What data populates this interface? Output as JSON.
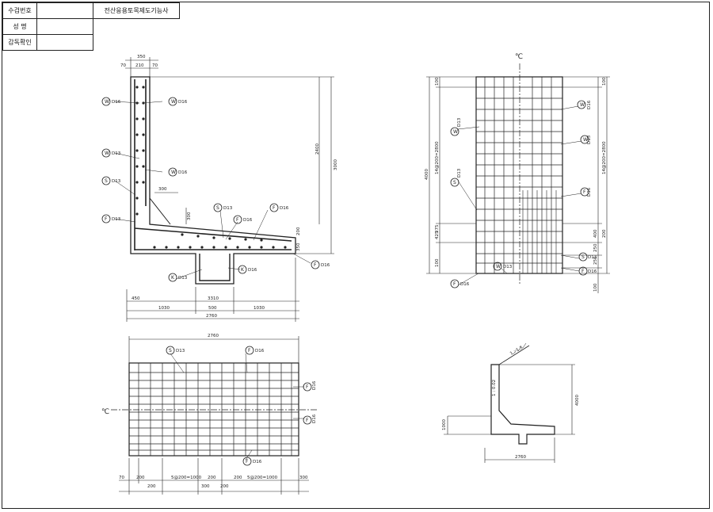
{
  "title_block": {
    "exam_no_label": "수검번호",
    "name_label": "성      명",
    "supervisor_label": "감독확인",
    "subject": "전산응용토목제도기능사"
  },
  "center_mark": "℃",
  "section": {
    "top_dims": [
      "350",
      "70",
      "210",
      "70"
    ],
    "right_dims": [
      "2400",
      "3000",
      "200",
      "350"
    ],
    "inner_dims": [
      "300",
      "300"
    ],
    "bottom_dims": [
      "450",
      "3310",
      "1030",
      "500",
      "1030",
      "2760"
    ],
    "bars": [
      {
        "mark": "W",
        "dia": "D16"
      },
      {
        "mark": "W",
        "dia": "D16"
      },
      {
        "mark": "W",
        "dia": "D13"
      },
      {
        "mark": "W",
        "dia": "D16"
      },
      {
        "mark": "S",
        "dia": "D13"
      },
      {
        "mark": "F",
        "dia": "D13"
      },
      {
        "mark": "S",
        "dia": "D13"
      },
      {
        "mark": "F",
        "dia": "D16"
      },
      {
        "mark": "F",
        "dia": "D16"
      },
      {
        "mark": "F",
        "dia": "D16"
      },
      {
        "mark": "K",
        "dia": "D13"
      },
      {
        "mark": "K",
        "dia": "D16"
      }
    ]
  },
  "elevation": {
    "left_dims": [
      "100",
      "14@200=2800",
      "425",
      "375",
      "100"
    ],
    "overall": "4000",
    "right_dims": [
      "100",
      "14@200=2800",
      "400",
      "250",
      "250",
      "200",
      "100"
    ],
    "bars": [
      {
        "mark": "W",
        "dia": "D13"
      },
      {
        "mark": "S",
        "dia": "D13"
      },
      {
        "mark": "F",
        "dia": "D16"
      },
      {
        "mark": "W",
        "dia": "D13"
      },
      {
        "mark": "W",
        "dia": "D16"
      },
      {
        "mark": "W",
        "dia": "D13"
      },
      {
        "mark": "F",
        "dia": "D16"
      },
      {
        "mark": "S",
        "dia": "D13"
      },
      {
        "mark": "F",
        "dia": "D16"
      }
    ]
  },
  "plan": {
    "top_dim": "2760",
    "bottom_dims": [
      "70",
      "200",
      "5@200=1000",
      "200",
      "200",
      "5@200=1000",
      "300"
    ],
    "bottom_sub": [
      "200",
      "300",
      "200"
    ],
    "bars": [
      {
        "mark": "S",
        "dia": "D13"
      },
      {
        "mark": "F",
        "dia": "D16"
      },
      {
        "mark": "F",
        "dia": "D16"
      },
      {
        "mark": "F",
        "dia": "D16"
      },
      {
        "mark": "F",
        "dia": "D16"
      }
    ]
  },
  "general": {
    "slope_top": "1 : 1.5",
    "slope_side": "1 : 0.02",
    "height": "4000",
    "base_left": "1000",
    "base": "2760"
  }
}
